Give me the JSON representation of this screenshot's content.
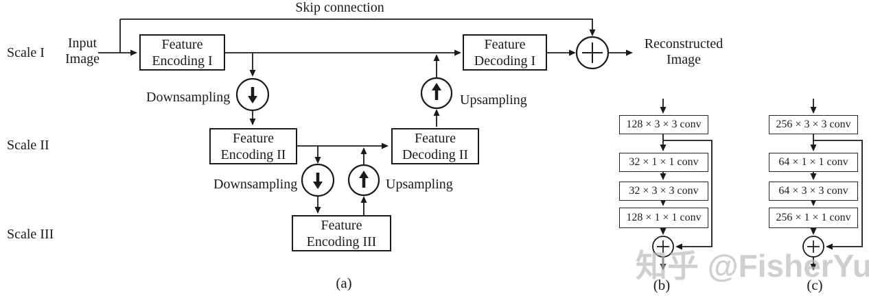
{
  "colors": {
    "line": "#1a1a1a",
    "background": "#ffffff",
    "watermark_gray": "#b9b9b9"
  },
  "architecture": {
    "skip_label": "Skip connection",
    "scale_labels": [
      "Scale I",
      "Scale II",
      "Scale III"
    ],
    "input": {
      "line1": "Input",
      "line2": "Image"
    },
    "output": {
      "line1": "Reconstructed",
      "line2": "Image"
    },
    "blocks": {
      "enc1": {
        "line1": "Feature",
        "line2": "Encoding I"
      },
      "dec1": {
        "line1": "Feature",
        "line2": "Decoding I"
      },
      "enc2": {
        "line1": "Feature",
        "line2": "Encoding II"
      },
      "dec2": {
        "line1": "Feature",
        "line2": "Decoding II"
      },
      "enc3": {
        "line1": "Feature",
        "line2": "Encoding III"
      }
    },
    "ops": {
      "ds1": "Downsampling",
      "us1": "Upsampling",
      "ds2": "Downsampling",
      "us2": "Upsampling"
    },
    "caption": "(a)"
  },
  "block_b": {
    "caption": "(b)",
    "layers": [
      "128 × 3 × 3 conv",
      "32 × 1 × 1 conv",
      "32 × 3 × 3 conv",
      "128 × 1 × 1 conv"
    ]
  },
  "block_c": {
    "caption": "(c)",
    "layers": [
      "256 × 3 × 3 conv",
      "64 × 1 × 1 conv",
      "64 × 3 × 3 conv",
      "256 × 1 × 1 conv"
    ]
  },
  "icons": {
    "downsample": "circle-arrow-down",
    "upsample": "circle-arrow-up",
    "sum": "circle-plus"
  },
  "watermark": {
    "text": "知乎 @FisherYu"
  }
}
